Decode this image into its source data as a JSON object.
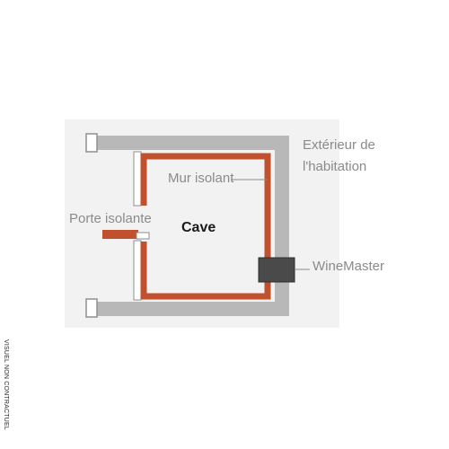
{
  "labels": {
    "exterior_line1": "Extérieur de",
    "exterior_line2": "l'habitation",
    "insulating_wall": "Mur isolant",
    "insulating_door": "Porte isolante",
    "cellar": "Cave",
    "winemaster": "WineMaster"
  },
  "disclaimer": "VISUEL NON CONTRACTUEL",
  "colors": {
    "panel_background": "#f2f2f2",
    "outer_wall": "#b8b8b8",
    "insulating_wall": "#c1502e",
    "winemaster_unit": "#4a4a4a",
    "label_text": "#8a8a8a"
  }
}
